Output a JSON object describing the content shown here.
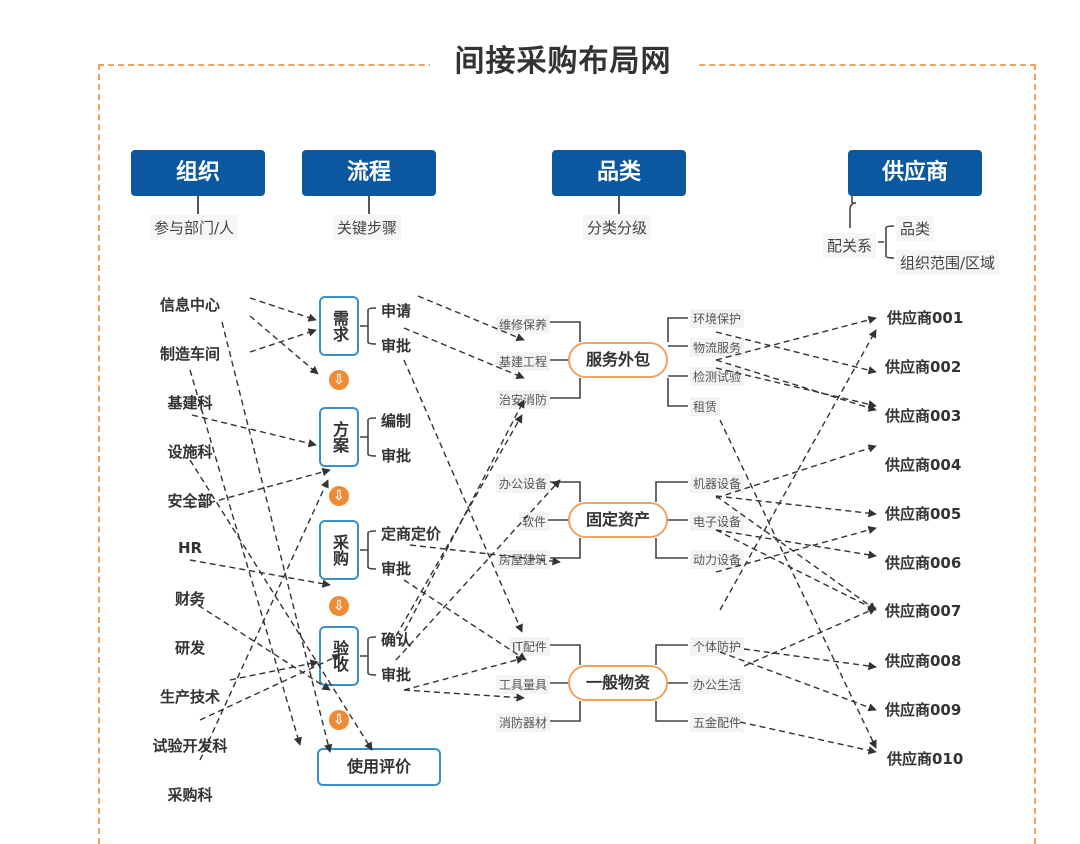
{
  "title": "间接采购布局网",
  "headers": [
    {
      "label": "组织",
      "sub": "参与部门/人"
    },
    {
      "label": "流程",
      "sub": "关键步骤"
    },
    {
      "label": "品类",
      "sub": "分类分级"
    },
    {
      "label": "供应商",
      "sub": "配关系",
      "sub_items": [
        "品类",
        "组织范围/区域"
      ]
    }
  ],
  "organizations": [
    "信息中心",
    "制造车间",
    "基建科",
    "设施科",
    "安全部",
    "HR",
    "财务",
    "研发",
    "生产技术",
    "试验开发科",
    "采购科"
  ],
  "process_steps": [
    {
      "label": "需求",
      "substeps": [
        "申请",
        "审批"
      ]
    },
    {
      "label": "方案",
      "substeps": [
        "编制",
        "审批"
      ]
    },
    {
      "label": "采购",
      "substeps": [
        "定商定价",
        "审批"
      ]
    },
    {
      "label": "验收",
      "substeps": [
        "确认",
        "审批"
      ]
    },
    {
      "label": "使用评价",
      "substeps": []
    }
  ],
  "step_arrow_icon": "down-arrow-circle-icon",
  "categories": [
    {
      "label": "服务外包",
      "left": [
        "维修保养",
        "基建工程",
        "治安消防"
      ],
      "right": [
        "环境保护",
        "物流服务",
        "检测试验",
        "租赁"
      ]
    },
    {
      "label": "固定资产",
      "left": [
        "办公设备",
        "软件",
        "房屋建筑"
      ],
      "right": [
        "机器设备",
        "电子设备",
        "动力设备"
      ]
    },
    {
      "label": "一般物资",
      "left": [
        "IT配件",
        "工具量具",
        "消防器材"
      ],
      "right": [
        "个体防护",
        "办公生活",
        "五金配件"
      ]
    }
  ],
  "suppliers": [
    "供应商001",
    "供应商002",
    "供应商003",
    "供应商004",
    "供应商005",
    "供应商006",
    "供应商007",
    "供应商008",
    "供应商009",
    "供应商010"
  ],
  "colors": {
    "header": "#0b58a0",
    "step_border": "#3b8fc9",
    "category_border": "#f0a35e",
    "arrow_icon": "#f08a35",
    "frame": "#f0a35e"
  }
}
